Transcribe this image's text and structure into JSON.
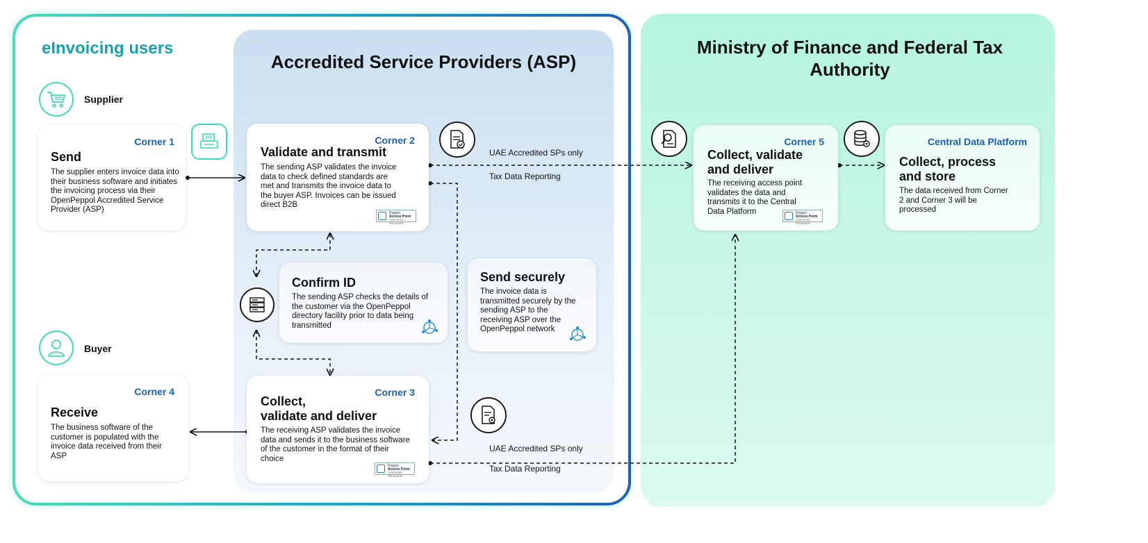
{
  "zones": {
    "users_title": "eInvoicing users",
    "asp_title": "Accredited Service Providers (ASP)",
    "mof_title_line1": "Ministry of Finance and Federal Tax",
    "mof_title_line2": "Authority"
  },
  "people": {
    "supplier": "Supplier",
    "buyer": "Buyer"
  },
  "cards": {
    "corner1": {
      "corner": "Corner 1",
      "title": "Send",
      "desc_lines": [
        "The supplier enters invoice data into",
        "their business software and initiates",
        "the invoicing process via their",
        "OpenPeppol Accredited Service",
        "Provider (ASP)"
      ]
    },
    "corner2": {
      "corner": "Corner 2",
      "title": "Validate and transmit",
      "desc_lines": [
        "The sending ASP validates the invoice",
        "data to check defined standards are",
        "met and transmits the invoice data to",
        "the buyer ASP. Invoices can be issued",
        "direct B2B"
      ]
    },
    "confirm": {
      "title": "Confirm ID",
      "desc_lines": [
        "The sending ASP checks the details of",
        "the customer via the OpenPeppol",
        "directory facility prior to data being",
        "transmitted"
      ]
    },
    "secure": {
      "title": "Send securely",
      "desc_lines": [
        "The invoice data is",
        "transmitted securely by the",
        "sending ASP to the",
        "receiving ASP over the",
        "OpenPeppol network"
      ]
    },
    "corner3": {
      "corner": "Corner 3",
      "title_line1": "Collect,",
      "title_line2": "validate and deliver",
      "desc_lines": [
        "The receiving ASP validates the invoice",
        "data and sends it to the business software",
        "of the customer in the format of their",
        "choice"
      ]
    },
    "corner4": {
      "corner": "Corner 4",
      "title": "Receive",
      "desc_lines": [
        "The business software of the",
        "customer is populated with the",
        "invoice data received from their",
        "ASP"
      ]
    },
    "corner5": {
      "corner": "Corner 5",
      "title_line1": "Collect, validate",
      "title_line2": "and deliver",
      "desc_lines": [
        "The receiving access point",
        "validates the data and",
        "transmits it to the Central",
        "Data Platform"
      ]
    },
    "cdp": {
      "corner": "Central Data Platform",
      "title_line1": "Collect, process",
      "title_line2": "and store",
      "desc_lines": [
        "The data received from Corner",
        "2 and Corner 3 will be",
        "processed"
      ]
    }
  },
  "flow_labels": {
    "top_uae": "UAE Accredited SPs only",
    "top_tax": "Tax Data Reporting",
    "bottom_uae": "UAE Accredited SPs only",
    "bottom_tax": "Tax Data Reporting"
  },
  "badge": {
    "line1": "Peppol",
    "line2": "Access Point",
    "line3": "CERTIFIED PROVIDER"
  },
  "colors": {
    "mint": "#3ddbb3",
    "teal_title": "#16a2ae",
    "corner_blue": "#1a5fb4"
  },
  "icons": [
    "cart-icon",
    "register-icon",
    "document-check-icon",
    "document-search-icon",
    "database-gear-icon",
    "server-icon",
    "network-icon",
    "document-gear-icon",
    "person-icon"
  ]
}
